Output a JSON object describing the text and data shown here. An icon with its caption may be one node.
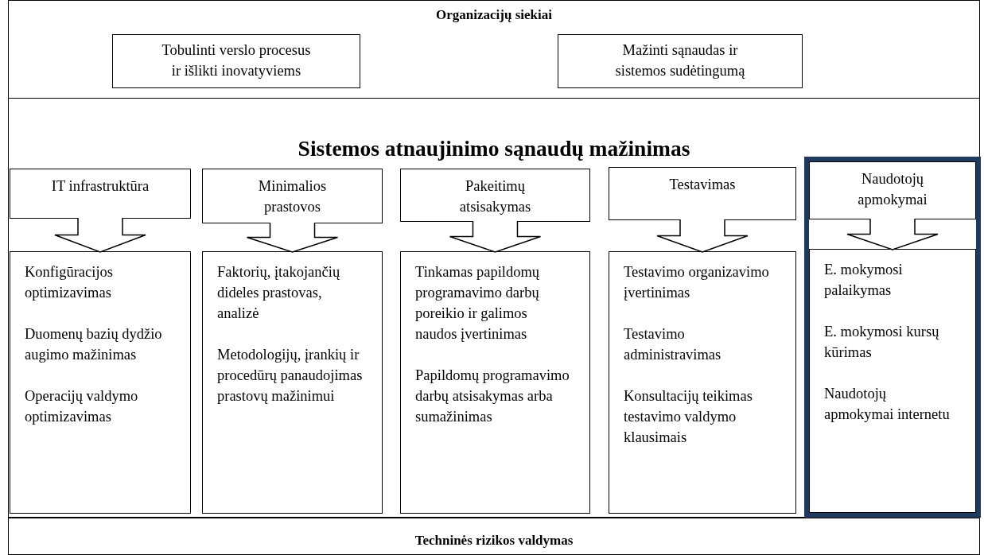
{
  "diagram": {
    "nodes": [
      {
        "text": [
          "Organizacijų siekiai"
        ]
      },
      {
        "text": [
          "Tobulinti verslo procesus ir išlikti inovatyviems"
        ],
        "in": 0
      },
      {
        "text": [
          "Mažinti sąnaudas ir sistemos sudėtingumą"
        ],
        "in": 0
      },
      {
        "text": [
          "Sistemos atnaujinimo sąnaudų mažinimas"
        ]
      },
      {
        "text": [
          "IT infrastruktūra"
        ],
        "in": 3
      },
      {
        "text": [
          "Konfigūracijos optimizavimas",
          "Duomenų bazių dydžio augimo mažinimas",
          "Operacijų valdymo optimizavimas"
        ],
        "in": 3
      },
      {
        "text": [
          "Minimalios prastovos"
        ],
        "in": 3
      },
      {
        "text": [
          "Faktorių, įtakojančių dideles prastovas, analizė",
          "Metodologijų, įrankių ir procedūrų panaudojimas prastovų mažinimui"
        ],
        "in": 3
      },
      {
        "text": [
          "Pakeitimų atsisakymas"
        ],
        "in": 3
      },
      {
        "text": [
          "Tinkamas papildomų programavimo darbų poreikio ir galimos naudos įvertinimas",
          "Papildomų programavimo darbų atsisakymas arba sumažinimas"
        ],
        "in": 3
      },
      {
        "text": [
          "Testavimas"
        ],
        "in": 3
      },
      {
        "text": [
          "Testavimo organizavimo įvertinimas",
          "Testavimo administravimas",
          "Konsultacijų teikimas testavimo valdymo klausimais"
        ],
        "in": 3
      },
      {
        "text": [],
        "shape": "box",
        "in": 3
      },
      {
        "text": [
          "Naudotojų apmokymai"
        ],
        "in": 12
      },
      {
        "text": [
          "E. mokymosi palaikymas",
          "E. mokymosi kursų kūrimas",
          "Naudotojų apmokymai internetu"
        ],
        "in": 12
      },
      {
        "text": [
          "Techninės rizikos valdymas"
        ]
      }
    ],
    "edges": [
      {
        "from": 4,
        "to": 5,
        "arrow": "to"
      },
      {
        "from": 6,
        "to": 7,
        "arrow": "to"
      },
      {
        "from": 8,
        "to": 9,
        "arrow": "to"
      },
      {
        "from": 10,
        "to": 11,
        "arrow": "to"
      },
      {
        "from": 13,
        "to": 14,
        "arrow": "to"
      }
    ]
  }
}
